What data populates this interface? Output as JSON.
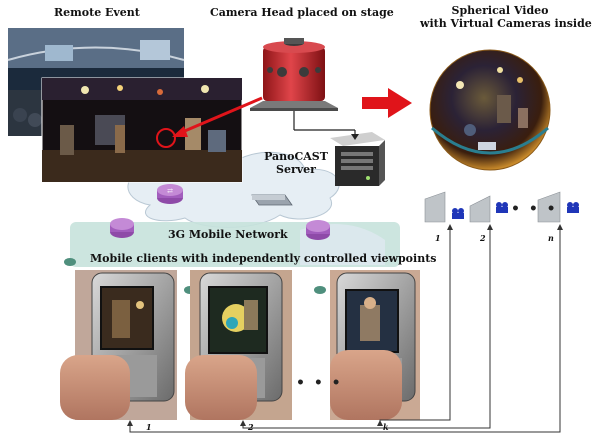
{
  "labels": {
    "remote_event": "Remote Event",
    "camera_head": "Camera Head placed on stage",
    "spherical_line1": "Spherical Video",
    "spherical_line2": "with Virtual Cameras inside",
    "server_line1": "PanoCAST",
    "server_line2": "Server",
    "network": "3G Mobile Network",
    "mobile_clients": "Mobile clients with independently controlled viewpoints"
  },
  "virtual_cameras": [
    "1",
    "2",
    "n"
  ],
  "virtual_ellipsis": "• • •",
  "phones": [
    "1",
    "2",
    "k"
  ],
  "phone_ellipsis": "• • •",
  "colors": {
    "arrow_red": "#e0141a",
    "camera_red": "#c0262a",
    "cloud": "#dfe9f0",
    "teal_panel": "#c7e2dc",
    "feedback_line": "#333333"
  }
}
